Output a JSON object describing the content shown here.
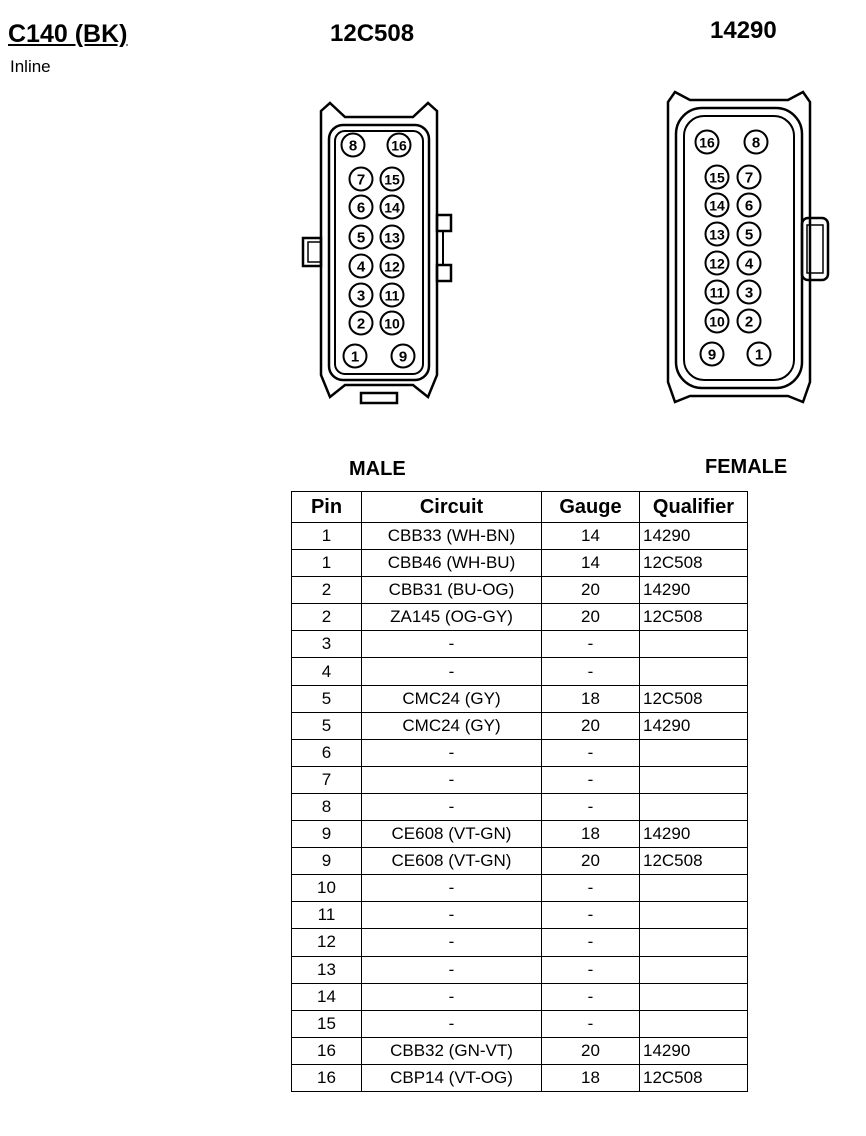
{
  "connector": {
    "title": "C140 (BK)",
    "subtitle": "Inline",
    "male_part": "12C508",
    "female_part": "14290",
    "male_label": "MALE",
    "female_label": "FEMALE"
  },
  "male_pins": [
    [
      "8",
      "16"
    ],
    [
      "7",
      "15"
    ],
    [
      "6",
      "14"
    ],
    [
      "5",
      "13"
    ],
    [
      "4",
      "12"
    ],
    [
      "3",
      "11"
    ],
    [
      "2",
      "10"
    ],
    [
      "1",
      "9"
    ]
  ],
  "female_pins": [
    [
      "16",
      "8"
    ],
    [
      "15",
      "7"
    ],
    [
      "14",
      "6"
    ],
    [
      "13",
      "5"
    ],
    [
      "12",
      "4"
    ],
    [
      "11",
      "3"
    ],
    [
      "10",
      "2"
    ],
    [
      "9",
      "1"
    ]
  ],
  "table": {
    "headers": [
      "Pin",
      "Circuit",
      "Gauge",
      "Qualifier"
    ],
    "rows": [
      [
        "1",
        "CBB33 (WH-BN)",
        "14",
        "14290"
      ],
      [
        "1",
        "CBB46 (WH-BU)",
        "14",
        "12C508"
      ],
      [
        "2",
        "CBB31 (BU-OG)",
        "20",
        "14290"
      ],
      [
        "2",
        "ZA145 (OG-GY)",
        "20",
        "12C508"
      ],
      [
        "3",
        "-",
        "-",
        ""
      ],
      [
        "4",
        "-",
        "-",
        ""
      ],
      [
        "5",
        "CMC24 (GY)",
        "18",
        "12C508"
      ],
      [
        "5",
        "CMC24 (GY)",
        "20",
        "14290"
      ],
      [
        "6",
        "-",
        "-",
        ""
      ],
      [
        "7",
        "-",
        "-",
        ""
      ],
      [
        "8",
        "-",
        "-",
        ""
      ],
      [
        "9",
        "CE608 (VT-GN)",
        "18",
        "14290"
      ],
      [
        "9",
        "CE608 (VT-GN)",
        "20",
        "12C508"
      ],
      [
        "10",
        "-",
        "-",
        ""
      ],
      [
        "11",
        "-",
        "-",
        ""
      ],
      [
        "12",
        "-",
        "-",
        ""
      ],
      [
        "13",
        "-",
        "-",
        ""
      ],
      [
        "14",
        "-",
        "-",
        ""
      ],
      [
        "15",
        "-",
        "-",
        ""
      ],
      [
        "16",
        "CBB32 (GN-VT)",
        "20",
        "14290"
      ],
      [
        "16",
        "CBP14 (VT-OG)",
        "18",
        "12C508"
      ]
    ]
  }
}
